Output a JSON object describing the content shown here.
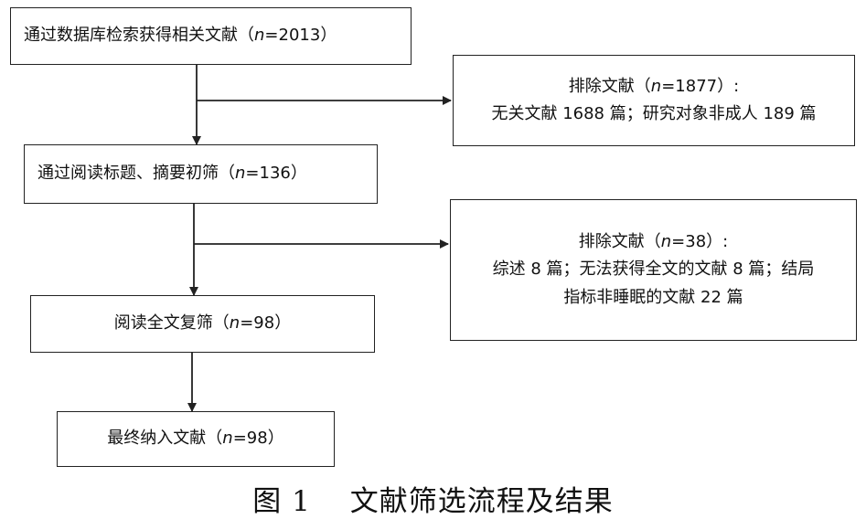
{
  "steps": [
    {
      "prefix": "通过数据库检索获得相关文献（",
      "n_symbol": "n",
      "suffix": "=2013）"
    },
    {
      "prefix": "通过阅读标题、摘要初筛（",
      "n_symbol": "n",
      "suffix": "=136）"
    },
    {
      "prefix": "阅读全文复筛（",
      "n_symbol": "n",
      "suffix": "=98）"
    },
    {
      "prefix": "最终纳入文献（",
      "n_symbol": "n",
      "suffix": "=98）"
    }
  ],
  "exclusions": [
    {
      "title_prefix": "排除文献（",
      "n_symbol": "n",
      "title_suffix": "=1877）:",
      "line1": "无关文献 1688 篇；研究对象非成人 189 篇"
    },
    {
      "title_prefix": "排除文献（",
      "n_symbol": "n",
      "title_suffix": "=38）:",
      "line1": "综述 8 篇；无法获得全文的文献 8 篇；结局",
      "line2": "指标非睡眠的文献 22 篇"
    }
  ],
  "caption": "图 1　 文献筛选流程及结果"
}
